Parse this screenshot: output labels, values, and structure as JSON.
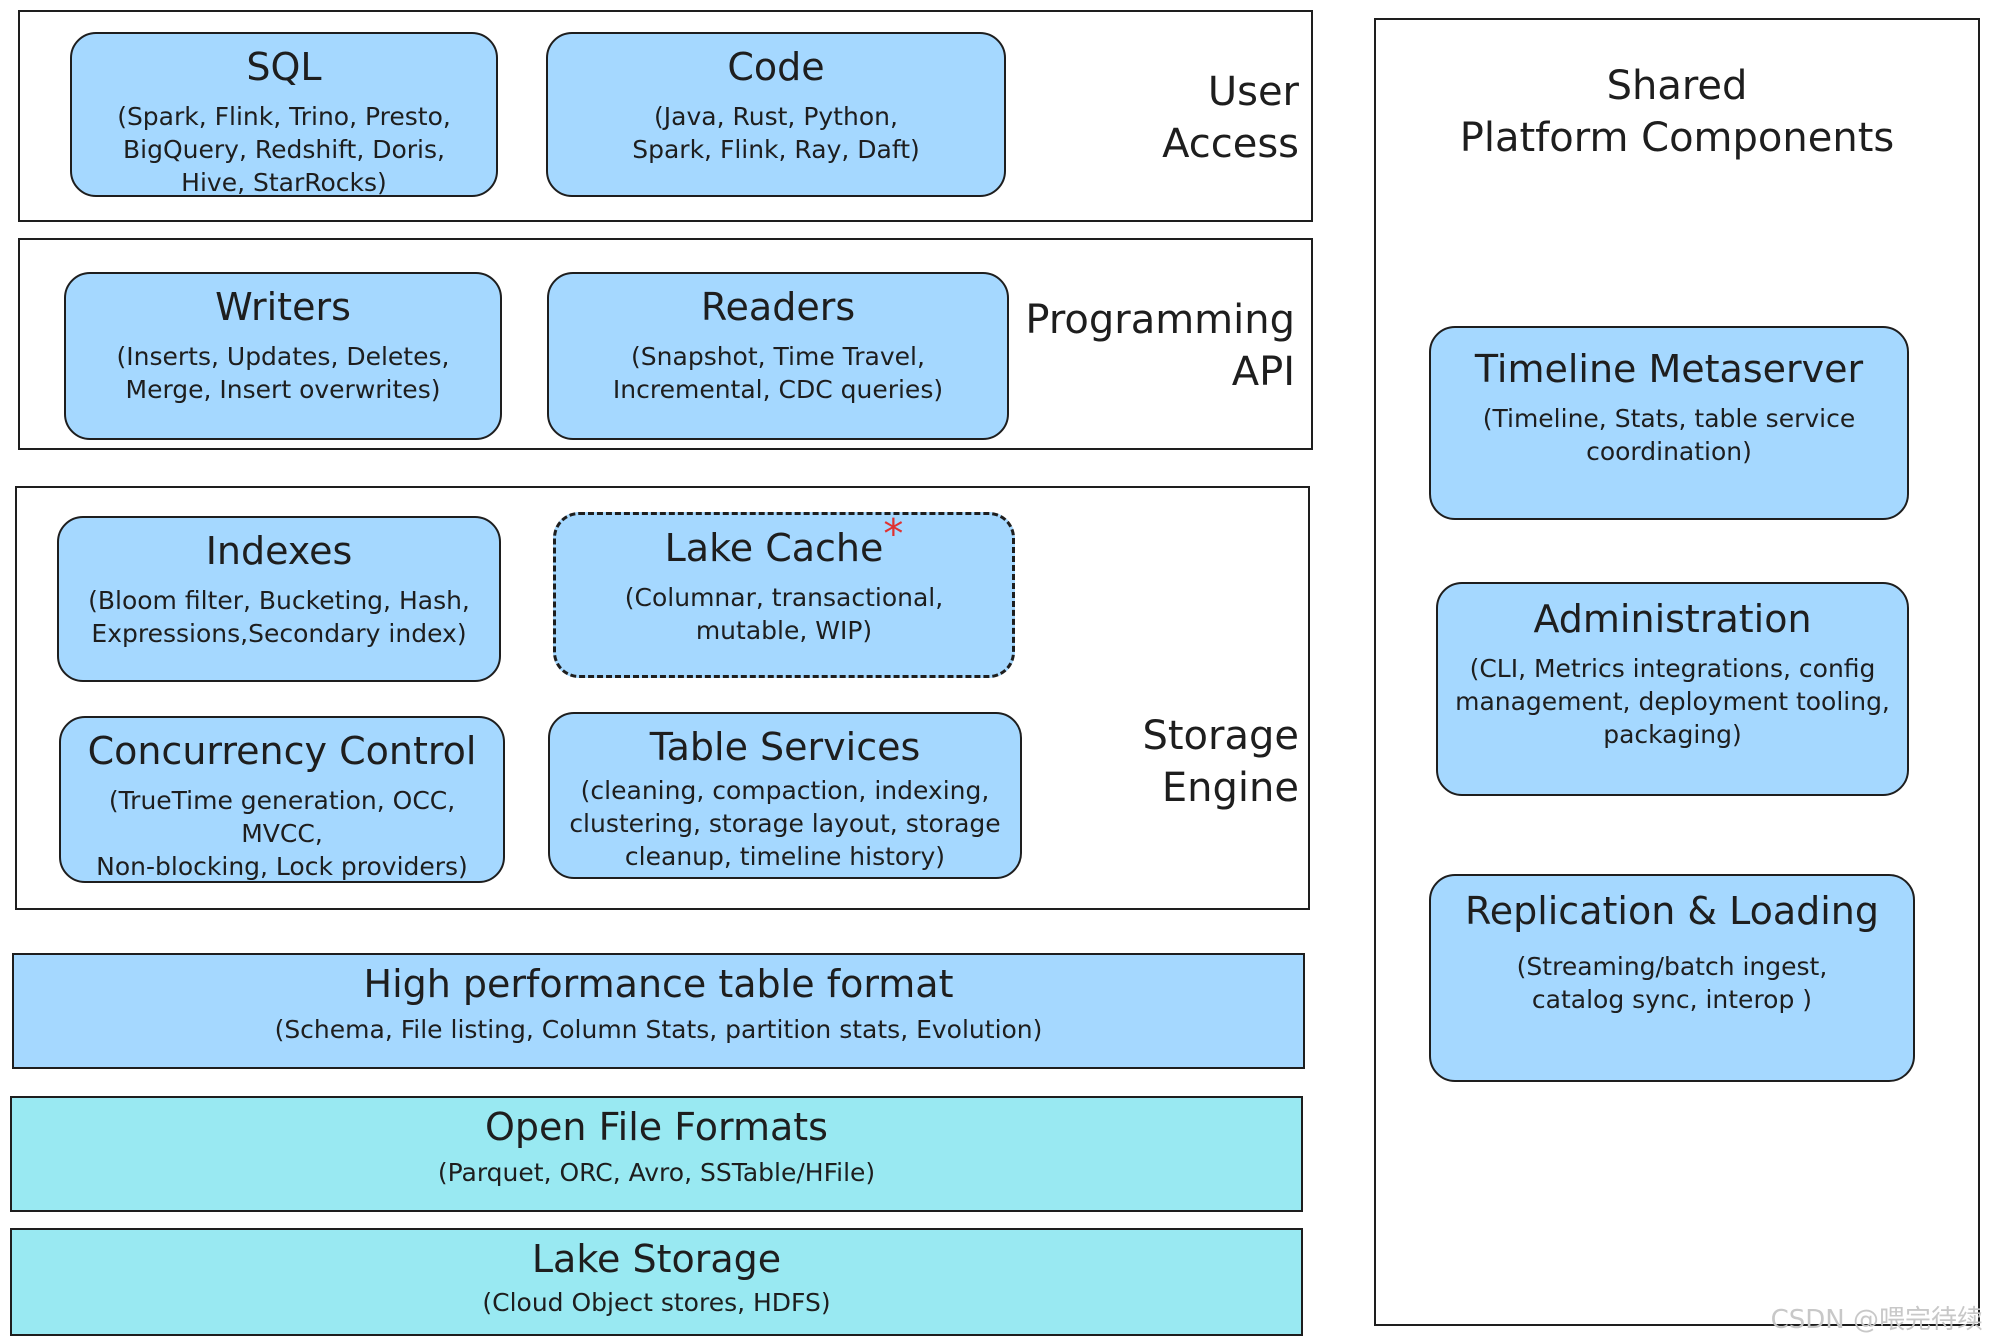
{
  "layers": {
    "user_access": {
      "label": "User\nAccess",
      "boxes": [
        {
          "title": "SQL",
          "subtitle": "(Spark, Flink, Trino, Presto,\nBigQuery, Redshift, Doris,\nHive, StarRocks)"
        },
        {
          "title": "Code",
          "subtitle": "(Java, Rust, Python,\nSpark, Flink, Ray, Daft)"
        }
      ]
    },
    "programming_api": {
      "label": "Programming\nAPI",
      "boxes": [
        {
          "title": "Writers",
          "subtitle": "(Inserts, Updates, Deletes,\nMerge, Insert overwrites)"
        },
        {
          "title": "Readers",
          "subtitle": "(Snapshot, Time Travel,\nIncremental, CDC queries)"
        }
      ]
    },
    "storage_engine": {
      "label": "Storage\nEngine",
      "boxes": [
        {
          "title": "Indexes",
          "subtitle": "(Bloom filter, Bucketing, Hash,\nExpressions,Secondary index)"
        },
        {
          "title": "Lake Cache",
          "marker": "*",
          "subtitle": "(Columnar, transactional,\nmutable, WIP)"
        },
        {
          "title": "Concurrency Control",
          "subtitle": "(TrueTime generation, OCC, MVCC,\nNon-blocking, Lock providers)"
        },
        {
          "title": "Table Services",
          "subtitle": "(cleaning, compaction, indexing,\nclustering, storage layout, storage\ncleanup, timeline history)"
        }
      ]
    },
    "table_format": {
      "title": "High performance table format",
      "subtitle": "(Schema, File listing, Column Stats, partition stats, Evolution)"
    },
    "file_formats": {
      "title": "Open File Formats",
      "subtitle": "(Parquet, ORC, Avro, SSTable/HFile)"
    },
    "lake_storage": {
      "title": "Lake Storage",
      "subtitle": "(Cloud Object stores, HDFS)"
    }
  },
  "shared": {
    "label": "Shared\nPlatform Components",
    "boxes": [
      {
        "title": "Timeline Metaserver",
        "subtitle": "(Timeline, Stats, table service\ncoordination)"
      },
      {
        "title": "Administration",
        "subtitle": "(CLI, Metrics integrations, config\nmanagement, deployment tooling,\npackaging)"
      },
      {
        "title": "Replication & Loading",
        "subtitle": "(Streaming/batch ingest,\ncatalog sync, interop )"
      }
    ]
  },
  "watermark": "CSDN @喂完待续",
  "colors": {
    "box_fill": "#a5d8ff",
    "cyan_fill": "#99e9f2",
    "stroke": "#1e1e1e",
    "accent": "#e03131"
  }
}
